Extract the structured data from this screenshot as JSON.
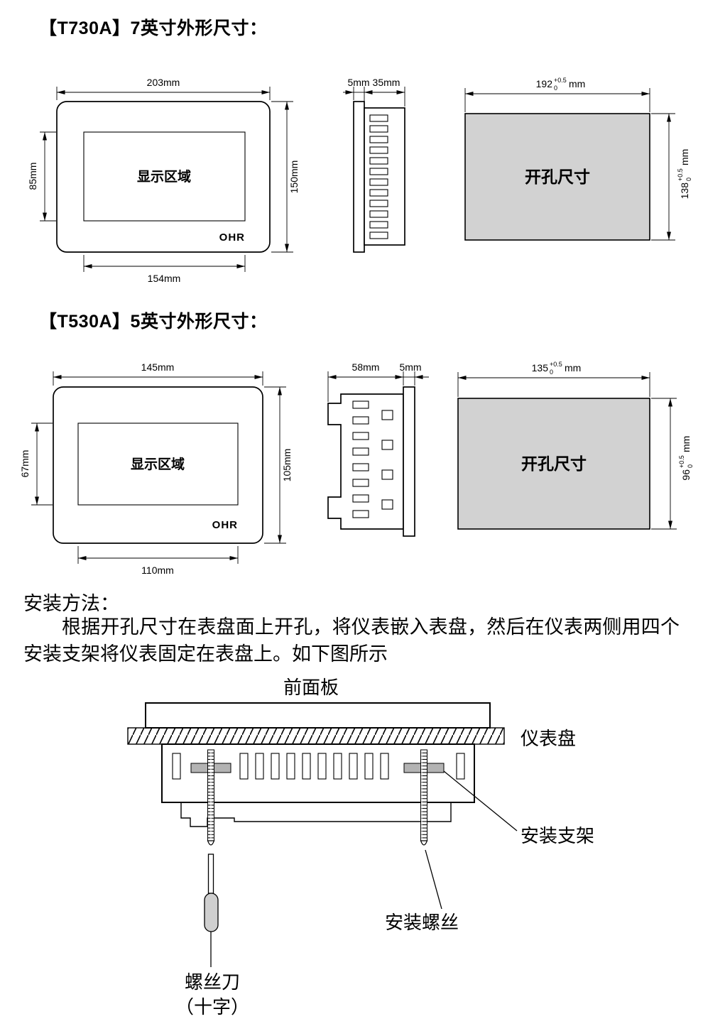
{
  "t730": {
    "title": "【T730A】7英寸外形尺寸：",
    "front": {
      "dim_top": "203mm",
      "dim_left": "85mm",
      "dim_right": "150mm",
      "dim_bottom": "154mm",
      "display_label": "显示区域",
      "brand": "OHR"
    },
    "side": {
      "dim_left": "5mm",
      "dim_right": "35mm"
    },
    "cutout": {
      "label": "开孔尺寸",
      "w": "192",
      "w_sup": "+0.5",
      "w_sub": "0",
      "w_unit": "mm",
      "h": "138",
      "h_sup": "+0.5",
      "h_sub": "0",
      "h_unit": "mm"
    }
  },
  "t530": {
    "title": "【T530A】5英寸外形尺寸：",
    "front": {
      "dim_top": "145mm",
      "dim_left": "67mm",
      "dim_right": "105mm",
      "dim_bottom": "110mm",
      "display_label": "显示区域",
      "brand": "OHR"
    },
    "side": {
      "dim_left": "58mm",
      "dim_right": "5mm"
    },
    "cutout": {
      "label": "开孔尺寸",
      "w": "135",
      "w_sup": "+0.5",
      "w_sub": "0",
      "w_unit": "mm",
      "h": "96",
      "h_sup": "+0.5",
      "h_sub": "0",
      "h_unit": "mm"
    }
  },
  "install": {
    "heading": "安装方法：",
    "paragraph": "根据开孔尺寸在表盘面上开孔，将仪表嵌入表盘，然后在仪表两侧用四个安装支架将仪表固定在表盘上。如下图所示",
    "label_front_panel": "前面板",
    "label_panel": "仪表盘",
    "label_bracket": "安装支架",
    "label_screw": "安装螺丝",
    "label_screwdriver_1": "螺丝刀",
    "label_screwdriver_2": "（十字）"
  },
  "colors": {
    "cutout_fill": "#d2d2d2",
    "bracket_fill": "#b3b3b3",
    "handle_fill": "#cfcfcf",
    "line": "#000000"
  }
}
